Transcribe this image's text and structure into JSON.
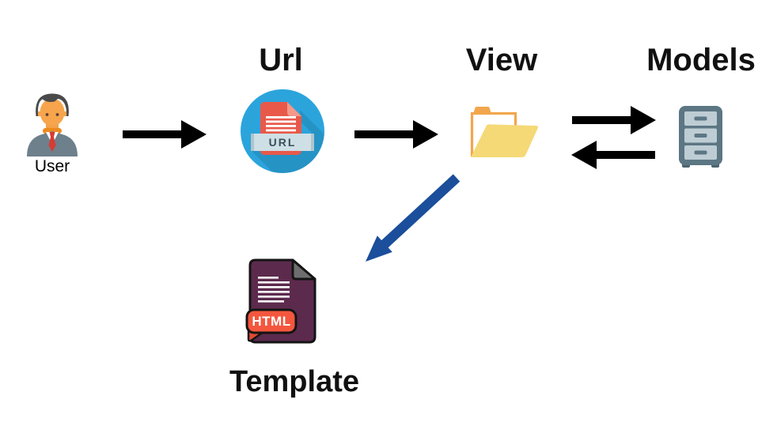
{
  "diagram": {
    "kind": "flow-diagram",
    "background": "#ffffff",
    "nodes": {
      "user": {
        "label": "User",
        "icon": "user-avatar-icon"
      },
      "url": {
        "title": "Url",
        "icon": "url-document-icon",
        "badge_text": "URL"
      },
      "view": {
        "title": "View",
        "icon": "open-folder-icon"
      },
      "models": {
        "title": "Models",
        "icon": "file-cabinet-icon"
      },
      "template": {
        "label": "Template",
        "icon": "html-file-icon",
        "badge_text": "HTML"
      }
    },
    "edges": [
      {
        "from": "User",
        "to": "Url",
        "kind": "arrow-right",
        "color": "#000000"
      },
      {
        "from": "Url",
        "to": "View",
        "kind": "arrow-right",
        "color": "#000000"
      },
      {
        "from": "View",
        "to": "Models",
        "kind": "arrow-right",
        "color": "#000000"
      },
      {
        "from": "Models",
        "to": "View",
        "kind": "arrow-left",
        "color": "#000000"
      },
      {
        "from": "View",
        "to": "Template",
        "kind": "arrow-diagonal-down-left",
        "color": "#1B4E9B"
      }
    ],
    "colors": {
      "title_text": "#111111",
      "arrow_black": "#000000",
      "arrow_blue": "#1B4E9B",
      "url_circle": "#2BA4DC",
      "url_document": "#E8594A",
      "url_banner": "#CEDFE5",
      "url_banner_text": "#3A4F5C",
      "folder_outline": "#F2A64D",
      "folder_front": "#F5D977",
      "cabinet_body": "#5C7684",
      "cabinet_drawer": "#BECDD4",
      "template_document": "#5C2A4D",
      "template_fold": "#6E6E6E",
      "template_badge": "#F4573E",
      "avatar_suit": "#6D808C",
      "avatar_skin": "#F7A54C",
      "avatar_tie": "#D63B34"
    }
  }
}
